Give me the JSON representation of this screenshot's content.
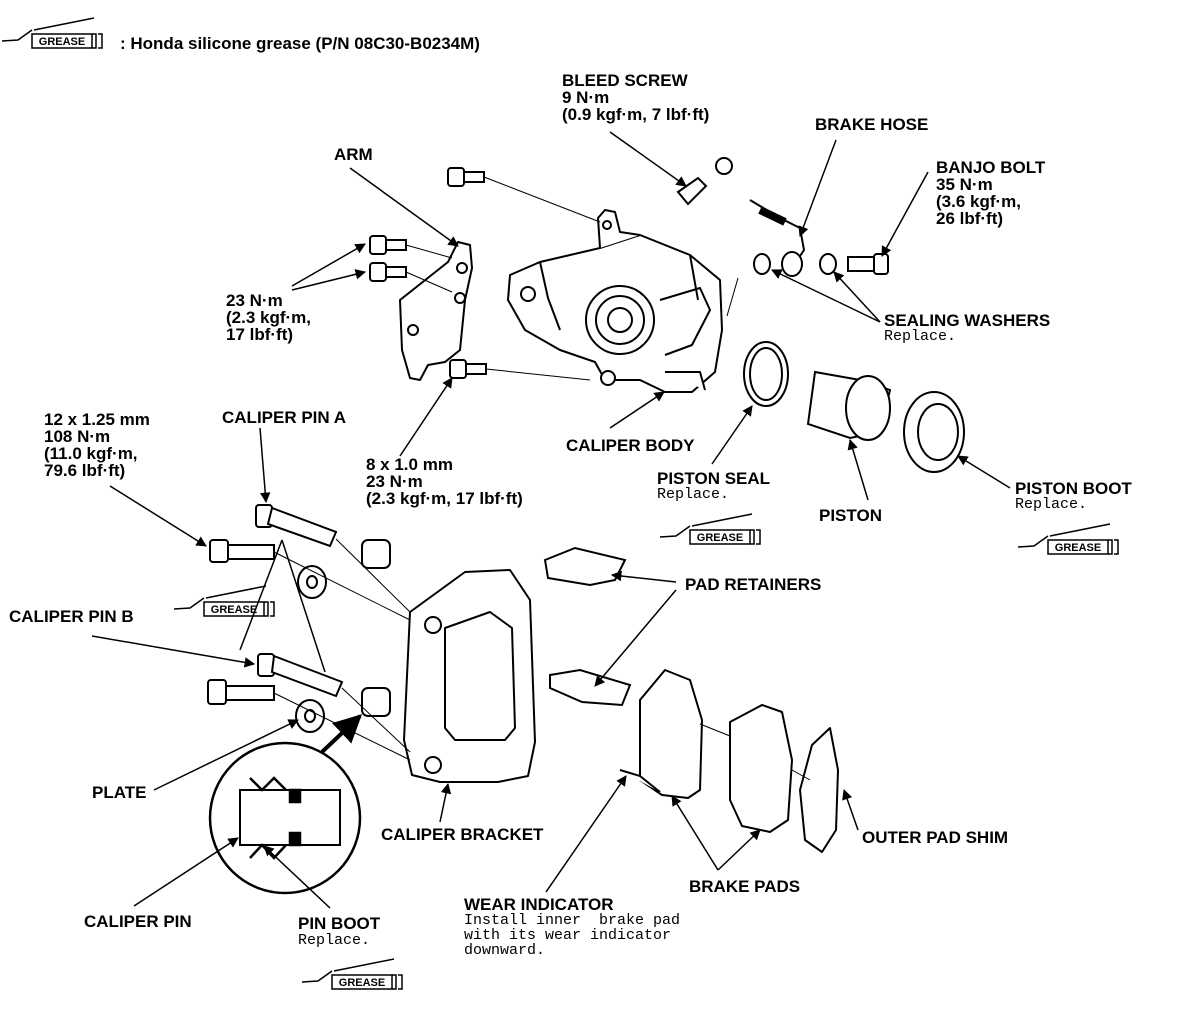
{
  "legend": {
    "grease_tag": "GREASE",
    "grease_text": ": Honda silicone grease (P/N 08C30-B0234M)"
  },
  "labels": {
    "bleed_screw": [
      "BLEED SCREW",
      "9 N·m",
      "(0.9 kgf·m, 7 lbf·ft)"
    ],
    "brake_hose": "BRAKE HOSE",
    "arm": "ARM",
    "banjo_bolt": [
      "BANJO BOLT",
      "35 N·m",
      "(3.6 kgf·m,",
      "26 lbf·ft)"
    ],
    "arm_bolt_torque": [
      "23 N·m",
      "(2.3 kgf·m,",
      "17 lbf·ft)"
    ],
    "sealing_washers": "SEALING WASHERS",
    "sealing_washers_note": "Replace.",
    "pin_a_bolt_spec": [
      "12 x 1.25 mm",
      "108 N·m",
      "(11.0 kgf·m,",
      "79.6 lbf·ft)"
    ],
    "caliper_pin_a": "CALIPER PIN A",
    "body_bolt_spec": [
      "8 x 1.0 mm",
      "23 N·m",
      "(2.3 kgf·m, 17 lbf·ft)"
    ],
    "caliper_body": "CALIPER BODY",
    "piston_seal": "PISTON SEAL",
    "piston_seal_note": "Replace.",
    "piston": "PISTON",
    "piston_boot": "PISTON BOOT",
    "piston_boot_note": "Replace.",
    "pad_retainers": "PAD RETAINERS",
    "caliper_pin_b": "CALIPER PIN B",
    "plate": "PLATE",
    "caliper_bracket": "CALIPER BRACKET",
    "outer_pad_shim": "OUTER PAD SHIM",
    "brake_pads": "BRAKE PADS",
    "caliper_pin": "CALIPER PIN",
    "pin_boot": "PIN BOOT",
    "pin_boot_note": "Replace.",
    "wear_indicator": "WEAR INDICATOR",
    "wear_indicator_note": [
      "Install inner  brake pad",
      "with its wear indicator",
      "downward."
    ]
  },
  "icons": {
    "grease_gun": "grease-gun-icon"
  }
}
